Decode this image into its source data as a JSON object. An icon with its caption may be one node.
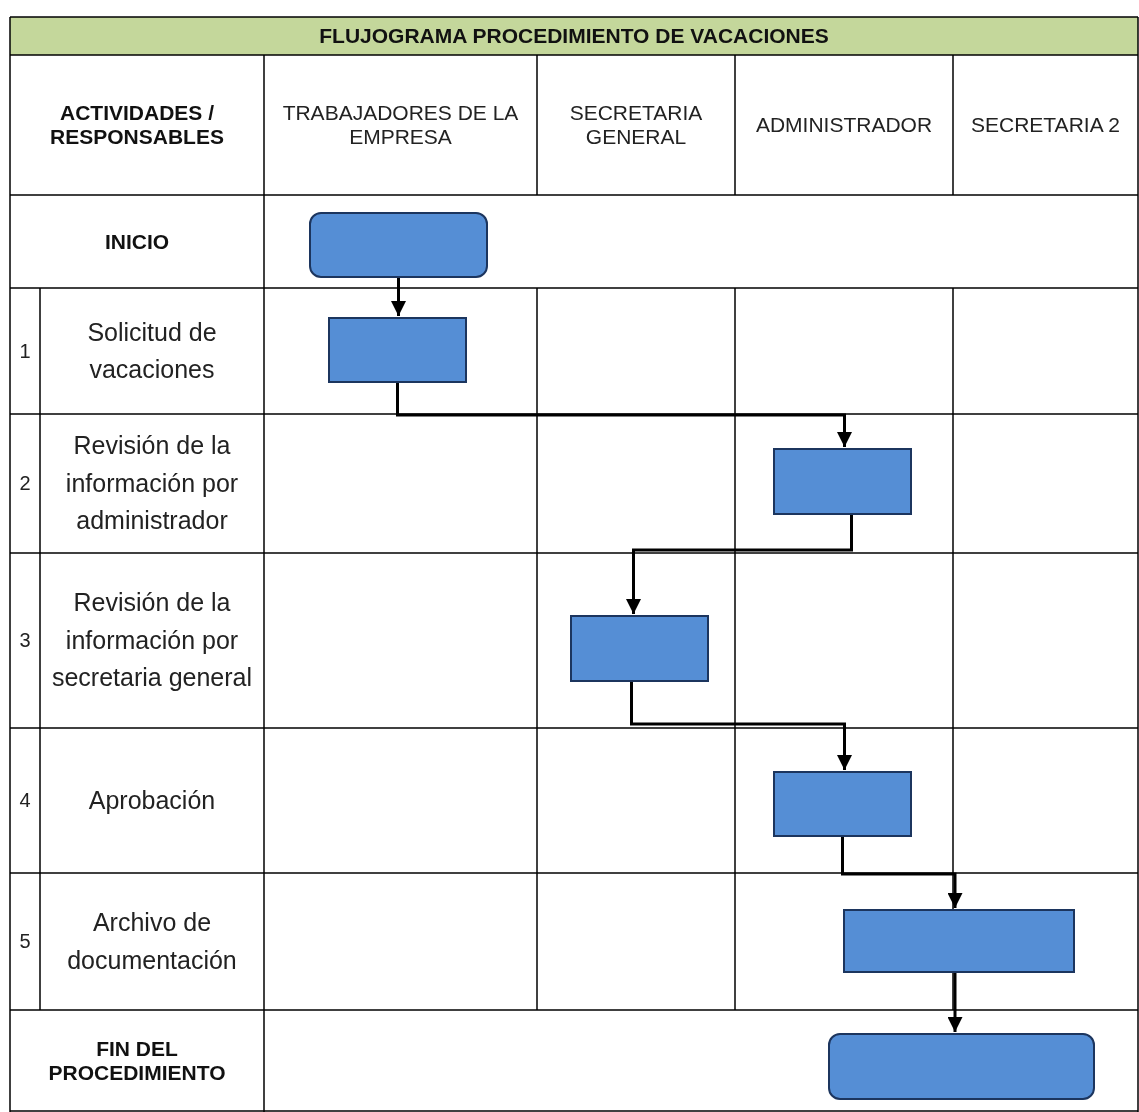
{
  "diagram": {
    "title": "FLUJOGRAMA PROCEDIMIENTO DE VACACIONES",
    "nodes": [
      {
        "text": [],
        "shape": "box"
      },
      {
        "text": [],
        "shape": "box"
      },
      {
        "text": [],
        "shape": "box"
      },
      {
        "text": [],
        "shape": "box"
      },
      {
        "text": [],
        "shape": "box"
      },
      {
        "text": [],
        "shape": "box"
      },
      {
        "text": [],
        "shape": "box"
      }
    ],
    "edges": [
      {
        "from": 0,
        "to": 1,
        "arrow": "to"
      },
      {
        "from": 1,
        "to": 2,
        "arrow": "to"
      },
      {
        "from": 2,
        "to": 3,
        "arrow": "to"
      },
      {
        "from": 3,
        "to": 4,
        "arrow": "to"
      },
      {
        "from": 4,
        "to": 5,
        "arrow": "to"
      },
      {
        "from": 5,
        "to": 6,
        "arrow": "to"
      }
    ],
    "labels": [
      "ACTIVIDADES / RESPONSABLES",
      "TRABAJADORES DE LA EMPRESA",
      "SECRETARIA GENERAL",
      "ADMINISTRADOR",
      "SECRETARIA 2",
      "INICIO",
      "1",
      "Solicitud de vacaciones",
      "2",
      "Revisión de la información por administrador",
      "3",
      "Revisión de la información por secretaria general",
      "4",
      "Aprobación",
      "5",
      "Archivo de documentación",
      "FIN DEL PROCEDIMIENTO"
    ]
  }
}
